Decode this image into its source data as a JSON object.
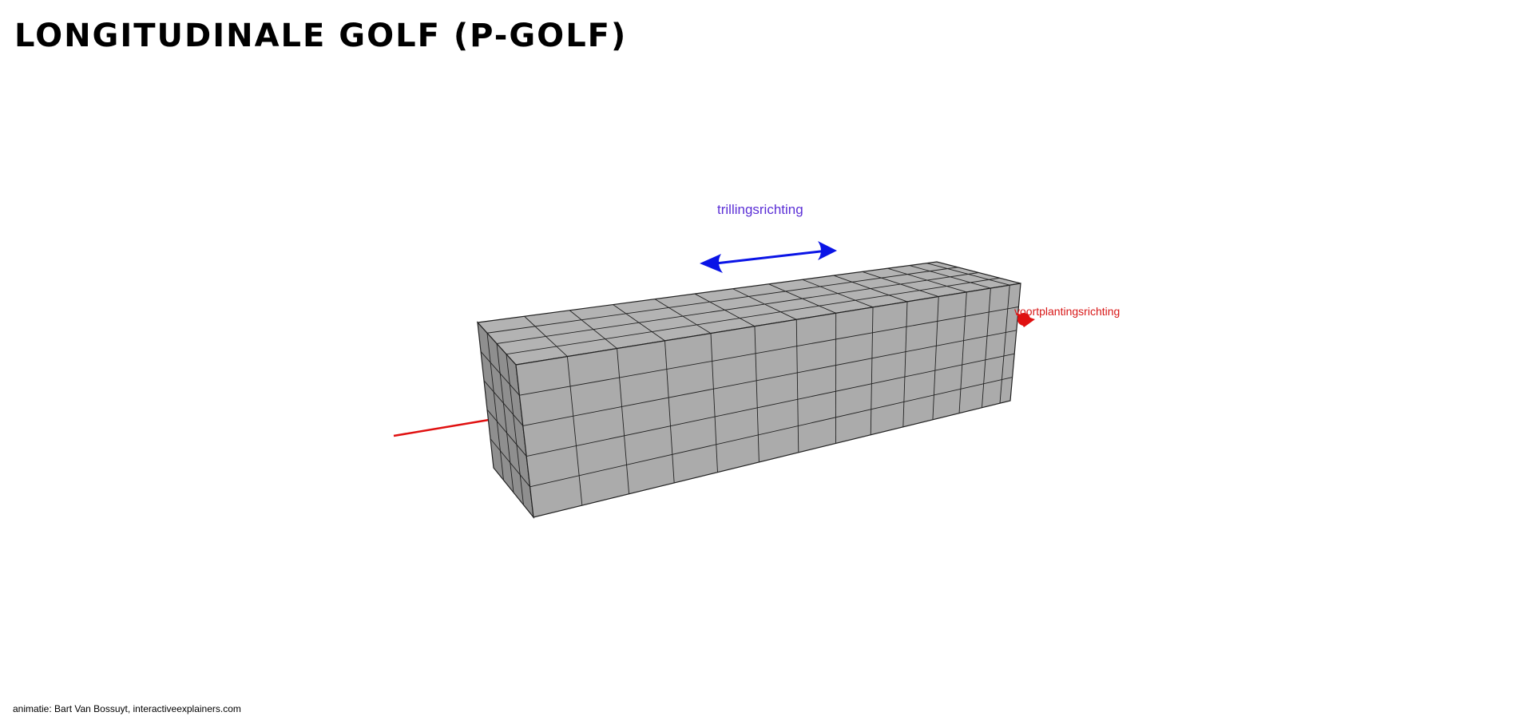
{
  "page": {
    "title": "LONGITUDINALE GOLF (P-GOLF)",
    "credit": "animatie: Bart Van Bossuyt, interactiveexplainers.com"
  },
  "labels": {
    "vibration_direction": "trillingsrichting",
    "propagation_direction": "voortplantingsrichting"
  },
  "colors": {
    "vibration_arrow": "#0a14e6",
    "vibration_label": "#5b2fd6",
    "propagation_arrow": "#e01010",
    "propagation_label": "#d81818",
    "block_face": "#ababab",
    "block_top": "#b3b3b3",
    "block_end": "#8f8f8f",
    "block_lines": "#222222"
  },
  "icons": {
    "vibration_arrow": "double-headed-arrow-icon",
    "propagation_arrow": "arrow-line-icon"
  }
}
